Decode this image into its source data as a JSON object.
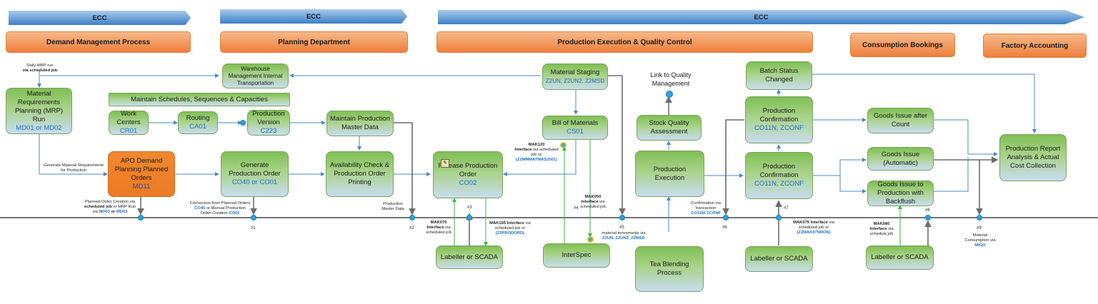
{
  "headers": {
    "h1": "ECC",
    "h2": "ECC",
    "h3": "ECC"
  },
  "phases": {
    "demand": "Demand Management Process",
    "planning": "Planning Department",
    "production": "Production Execution & Quality Control",
    "consumption": "Consumption Bookings",
    "factory": "Factory Accounting"
  },
  "boxes": {
    "mrp": {
      "t": "Material Requirements Planning (MRP) Run",
      "c": "MD01 or MD02"
    },
    "wmit": {
      "t": "Warehouse Management Internal Transportation"
    },
    "maint_sched": {
      "t": "Maintain  Schedules, Sequences & Capacities"
    },
    "work_centers": {
      "t": "Work Centers",
      "c": "CR01"
    },
    "routing": {
      "t": "Routing",
      "c": "CA01"
    },
    "prod_version": {
      "t": "Production Version",
      "c": "C223"
    },
    "maint_master": {
      "t": "Maintain Production Master Data"
    },
    "apo": {
      "t": "APO Demand Planning Planned Orders",
      "c": "MD11"
    },
    "gen_order": {
      "t": "Generate Production Order",
      "c": "CO40 or CO01"
    },
    "avail_check": {
      "t": "Availability Check & Production Order Printing"
    },
    "release": {
      "t": "Release Production Order",
      "c": "CO02"
    },
    "staging": {
      "t": "Material Staging",
      "c": "Z2UN, Z2UN2, Z2MSD"
    },
    "bom": {
      "t": "Bill of Materials",
      "c": "CS01"
    },
    "link_qm": "Link to Quality Management",
    "stock_qa": {
      "t": "Stock Quality Assessment"
    },
    "prod_exec": {
      "t": "Production Execution"
    },
    "batch": {
      "t": "Batch Status Changed"
    },
    "conf1": {
      "t": "Production Confirmation",
      "c": "CO11N, ZCONF"
    },
    "conf2": {
      "t": "Production Confirmation",
      "c": "CO11N, ZCONF"
    },
    "gi_count": {
      "t": "Goods Issue after Count"
    },
    "gi_auto": {
      "t": "Goods Issue (Automatic)"
    },
    "gi_backflush": {
      "t": "Goods Issue to Production with Backflush"
    },
    "report": {
      "t": "Production Report Analysis & Actual Cost Collection"
    },
    "labeller1": {
      "t": "Labeller or SCADA"
    },
    "interspec": {
      "t": "InterSpec"
    },
    "tea": {
      "t": "Tea Blending Process"
    },
    "labeller2": {
      "t": "Labeller or SCADA"
    },
    "labeller3": {
      "t": "Labeller or SCADA"
    }
  },
  "notes": {
    "daily_mrp_1": "Daily MRP run",
    "daily_mrp_2": "via scheduled job",
    "gen_mat_req": "Generate Material Requirements for Production",
    "planned_1": "Planned Order Creation via",
    "planned_2": "scheduled job",
    "planned_3": " or MRP Run",
    "planned_4": "via ",
    "planned_5": "MD02",
    "planned_6": " or ",
    "planned_7": "MD03",
    "conv_1": "Conversion from Planned Orders",
    "conv_2": "CO40",
    "conv_3": " or Manual Production",
    "conv_4": "Order Creation ",
    "conv_5": "CO01",
    "prod_master": "Production Master Data",
    "mak070_1": "MAK070",
    "mak070_2": "Interface",
    "mak070_3": " via scheduled job",
    "mak165_1": "MAK165 Interface",
    "mak165_2": " via scheduled job or",
    "mak165_3": "(Z2PRODORD)",
    "mak120_1": "MAK120",
    "mak120_2": "Interface",
    "mak120_3": " via scheduled job or",
    "mak120_4": "(Z2MMMATMAS2001)",
    "mak050_1": "MAK050",
    "mak050_2": "Interface",
    "mak050_3": " via scheduled job",
    "matmov_1": "material movements via",
    "matmov_2": "Z2UN, Z2UN2, Z2MSD",
    "conf_tx_1": "Confirmation via",
    "conf_tx_2": "transaction",
    "conf_tx_3": "CO11N/ ZCONF",
    "mak075_1": "MAK075 Interface",
    "mak075_2": " via scheduled job or",
    "mak075_3": "(Z2MAK075MON)",
    "mak080_1": "MAK080",
    "mak080_2": "Interface",
    "mak080_3": " via schedule job",
    "matcons_1": "Material",
    "matcons_2": "Consumption via",
    "matcons_3": "MIGO"
  },
  "milestones": {
    "m1": "#1",
    "m2": "#2",
    "m3": "#3",
    "m4": "#4",
    "m5": "#5",
    "m6": "#6",
    "m7": "#7",
    "m8": "#8",
    "m9": "#9"
  },
  "colors": {
    "box_green": "#7fbf55",
    "box_blue": "#c8dcf0",
    "orange": "#ec7b24",
    "code_blue": "#1f6fc8",
    "arrow_blue": "#4f88c6",
    "arrow_grey": "#6d6d6d",
    "arrow_green": "#3bb54a",
    "dot": "#2aa3e0"
  }
}
